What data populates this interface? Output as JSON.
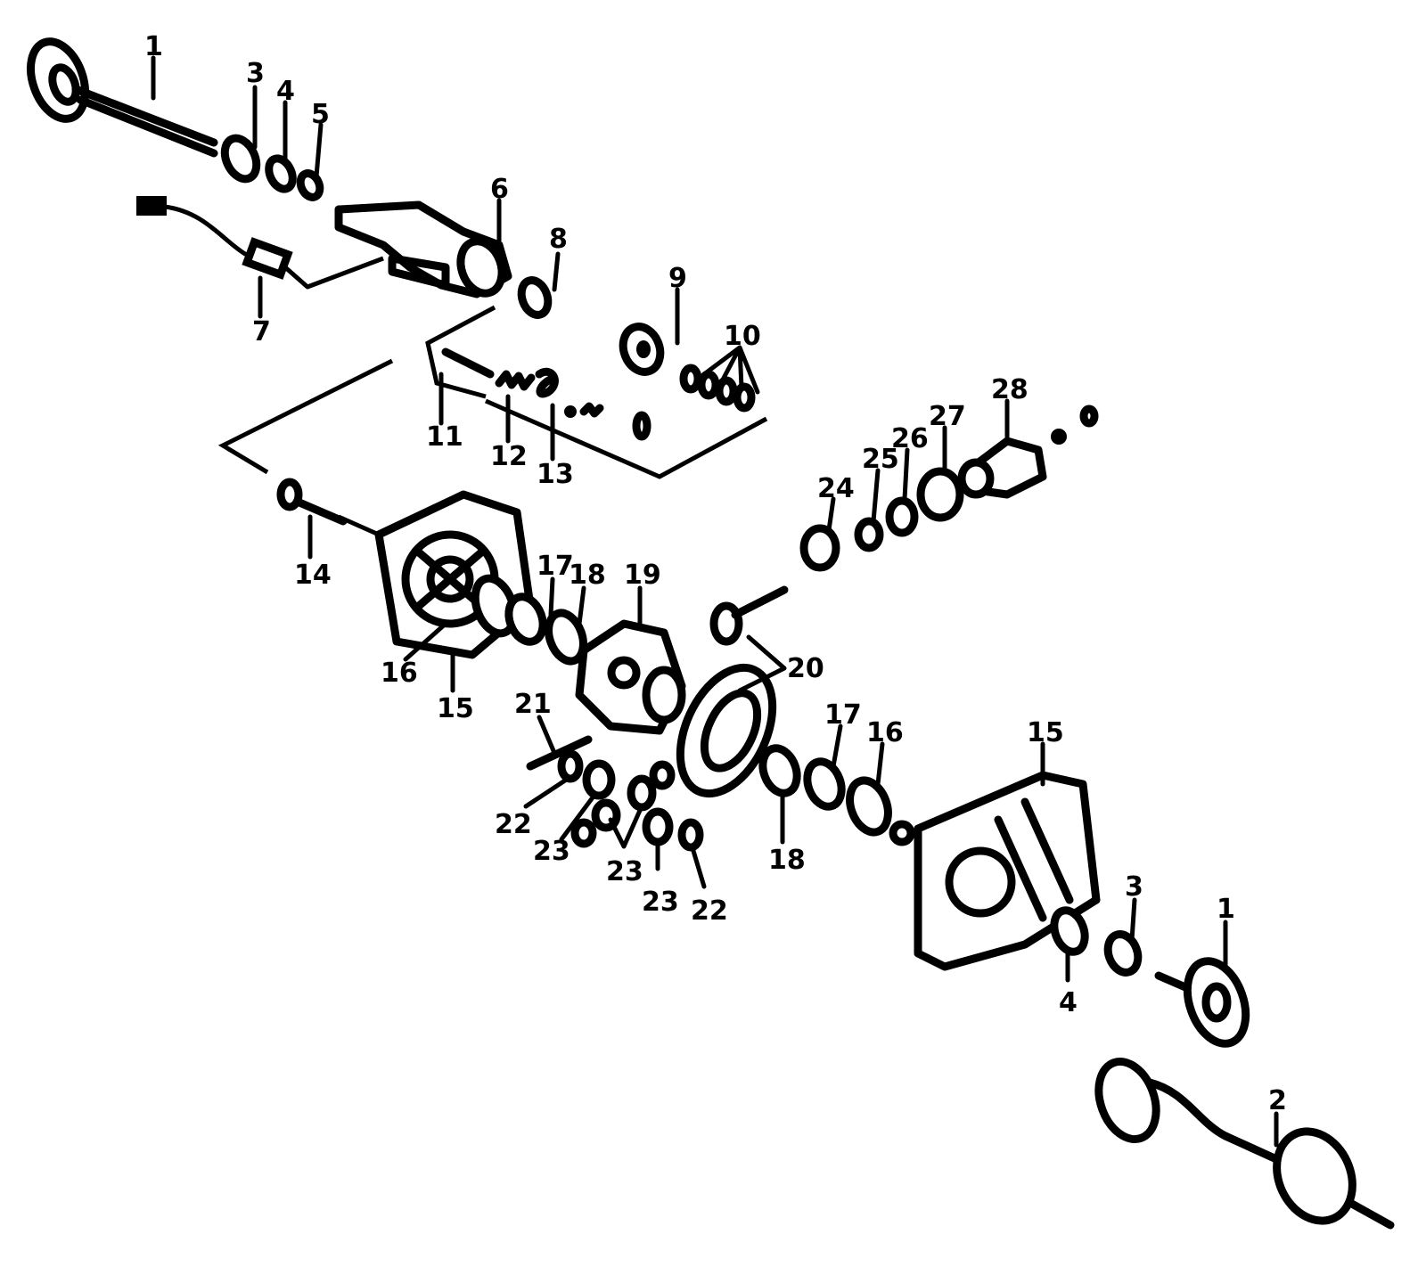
{
  "colors": {
    "ink": "#000000",
    "paper": "#ffffff"
  },
  "callouts": [
    "1",
    "3",
    "4",
    "5",
    "6",
    "8",
    "7",
    "9",
    "10",
    "11",
    "12",
    "13",
    "28",
    "27",
    "26",
    "25",
    "24",
    "14",
    "17",
    "18",
    "19",
    "16",
    "15",
    "20",
    "21",
    "17",
    "16",
    "15",
    "22",
    "23",
    "23",
    "23",
    "22",
    "18",
    "3",
    "1",
    "4",
    "2"
  ]
}
